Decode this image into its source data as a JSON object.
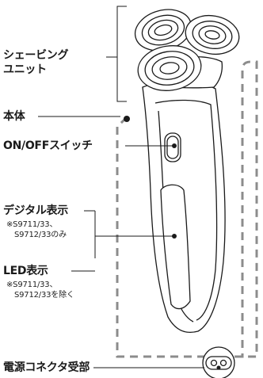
{
  "labels": {
    "shaving_unit_line1": "シェービング",
    "shaving_unit_line2": "ユニット",
    "body": "本体",
    "on_off_switch": "ON/OFFスイッチ",
    "digital_display": "デジタル表示",
    "digital_display_note_line1": "※S9711/33、",
    "digital_display_note_line2": "S9712/33のみ",
    "led_display": "LED表示",
    "led_display_note_line1": "※S9711/33、",
    "led_display_note_line2": "S9712/33を除く",
    "power_connector": "電源コネクタ受部"
  },
  "colors": {
    "line": "#1a1a1a",
    "dashed_outline": "#8c8c8c"
  }
}
